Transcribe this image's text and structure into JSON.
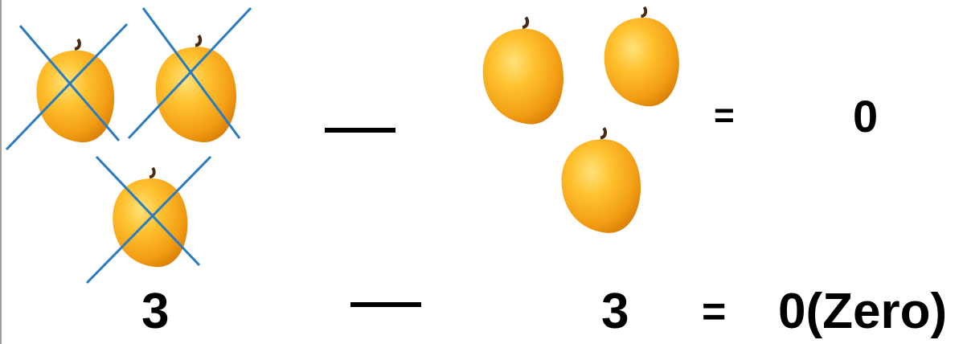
{
  "colors": {
    "mango_light": "#ffd24a",
    "mango_mid": "#f7a81b",
    "mango_dark": "#d97a06",
    "stem": "#4a2a10",
    "cross": "#2a7bc0",
    "text": "#000000"
  },
  "icons": {
    "mango": "mango-icon",
    "cross": "cross-out-icon",
    "minus": "minus-sign-icon"
  },
  "top_equation": {
    "equals": "=",
    "result": "0"
  },
  "bottom_equation": {
    "operand_left": "3",
    "operand_right": "3",
    "equals": "=",
    "result": "0(Zero)"
  }
}
